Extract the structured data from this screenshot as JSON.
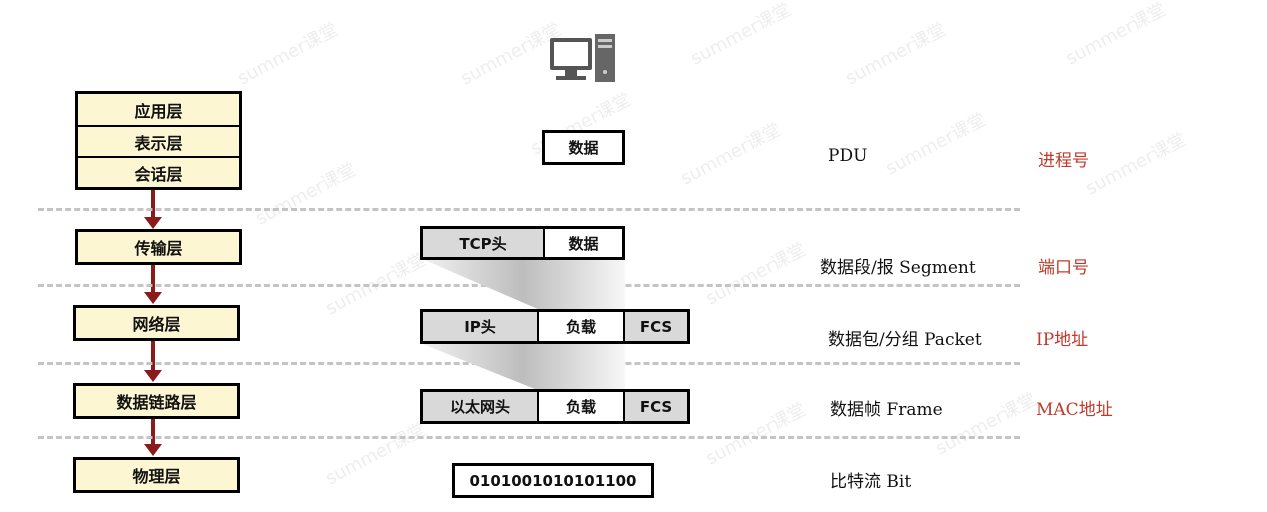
{
  "watermark": "summer课堂",
  "layers": {
    "upper": [
      "应用层",
      "表示层",
      "会话层"
    ],
    "transport": "传输层",
    "network": "网络层",
    "datalink": "数据链路层",
    "physical": "物理层"
  },
  "frames": {
    "data": "数据",
    "tcp": [
      "TCP头",
      "数据"
    ],
    "ip": [
      "IP头",
      "负载",
      "FCS"
    ],
    "eth": [
      "以太网头",
      "负载",
      "FCS"
    ],
    "bits": "0101001010101100"
  },
  "pdu_labels": [
    "PDU",
    "数据段/报 Segment",
    "数据包/分组 Packet",
    "数据帧 Frame",
    "比特流 Bit"
  ],
  "address_labels": [
    "进程号",
    "端口号",
    "IP地址",
    "MAC地址"
  ],
  "colors": {
    "layer_fill": "#fdf6d2",
    "arrow": "#8b1a1a",
    "address_text": "#c0392b",
    "header_fill": "#d9d9d9"
  },
  "icons": [
    "computer-icon"
  ]
}
